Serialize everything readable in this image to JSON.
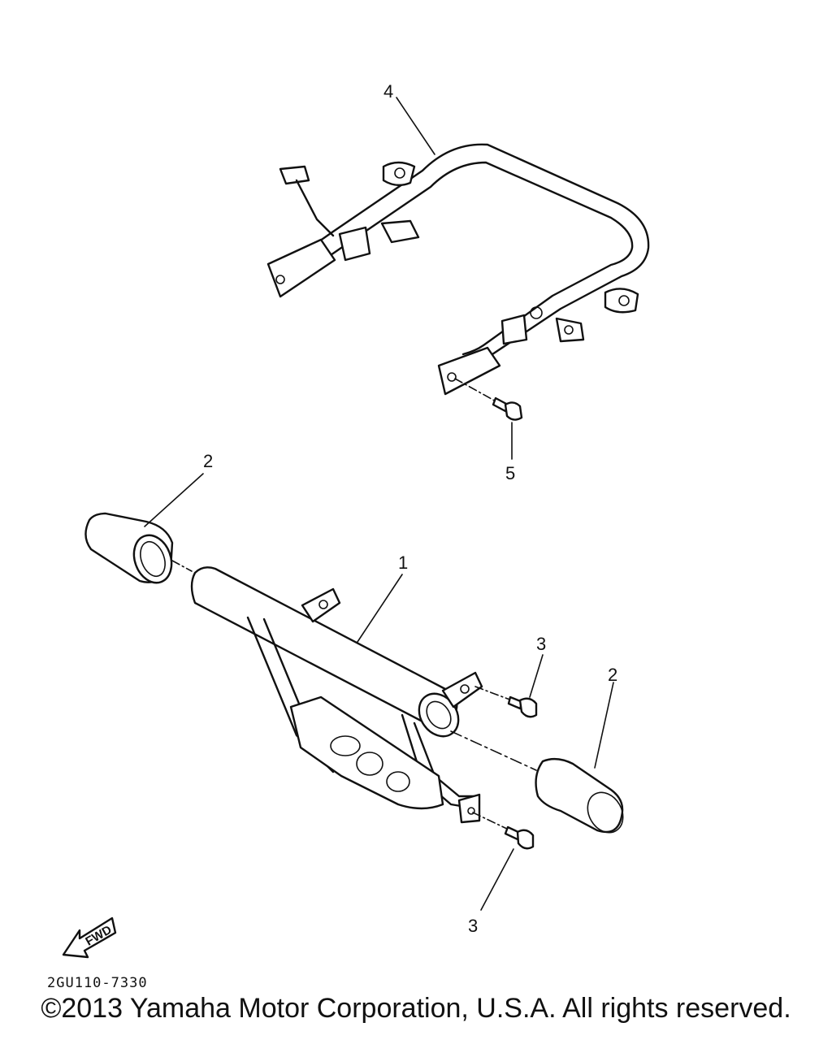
{
  "callouts": {
    "c1": "1",
    "c2_left": "2",
    "c2_right": "2",
    "c3_upper": "3",
    "c3_lower": "3",
    "c4": "4",
    "c5": "5"
  },
  "fwd_label": "FWD",
  "diagram_code": "2GU110-7330",
  "copyright": "©2013 Yamaha Motor Corporation, U.S.A. All rights reserved."
}
